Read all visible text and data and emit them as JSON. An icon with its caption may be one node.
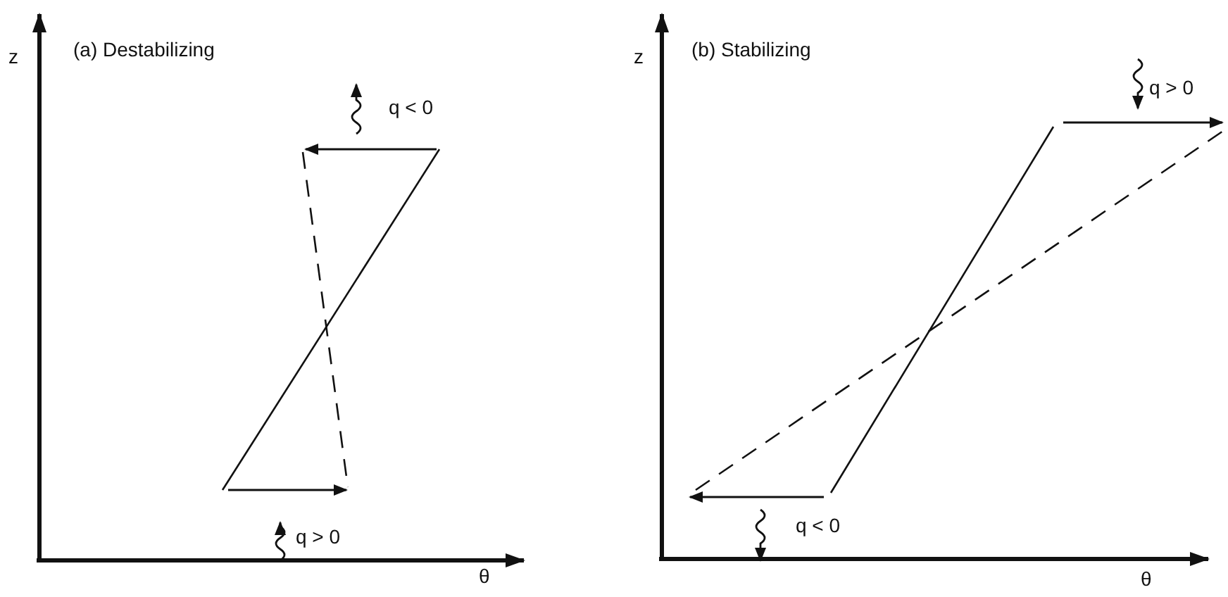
{
  "diagram": {
    "labels": [
      "z",
      "(a) Destabilizing",
      "q < 0",
      "q > 0",
      "θ",
      "z",
      "(b) Stabilizing",
      "q > 0",
      "q < 0",
      "θ"
    ]
  }
}
